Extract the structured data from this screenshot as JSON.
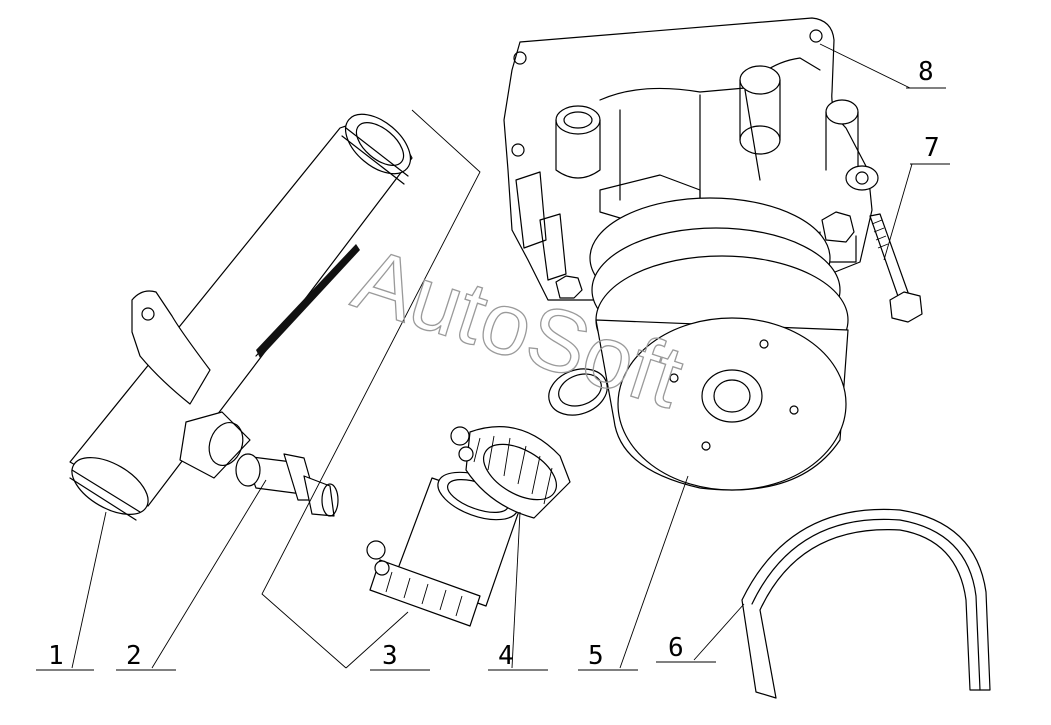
{
  "watermark": "AutoSoft",
  "callouts": [
    {
      "id": "callout-1",
      "label": "1"
    },
    {
      "id": "callout-2",
      "label": "2"
    },
    {
      "id": "callout-3",
      "label": "3"
    },
    {
      "id": "callout-4",
      "label": "4"
    },
    {
      "id": "callout-5",
      "label": "5"
    },
    {
      "id": "callout-6",
      "label": "6"
    },
    {
      "id": "callout-7",
      "label": "7"
    },
    {
      "id": "callout-8",
      "label": "8"
    }
  ]
}
